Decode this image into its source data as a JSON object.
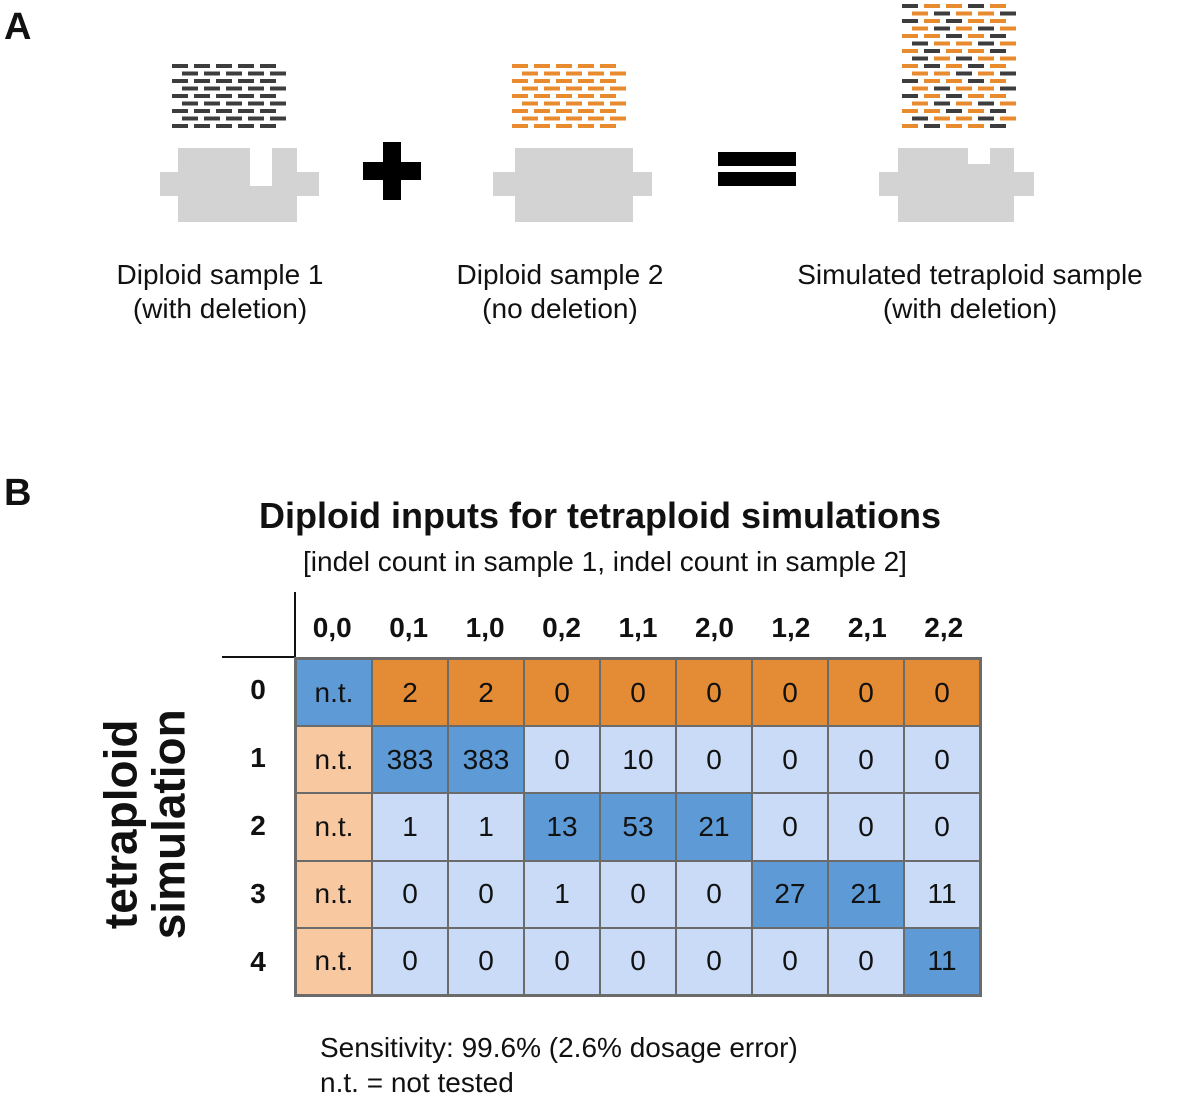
{
  "panel_a": {
    "letter": "A",
    "samples": [
      {
        "line1": "Diploid sample 1",
        "line2": "(with deletion)"
      },
      {
        "line1": "Diploid sample 2",
        "line2": "(no deletion)"
      },
      {
        "line1": "Simulated tetraploid sample",
        "line2": "(with deletion)"
      }
    ],
    "colors": {
      "reads_dark": "#3d3d3d",
      "reads_orange": "#e88a2e",
      "gene_block": "#d3d3d3",
      "operator": "#000000"
    },
    "icons": [
      "plus-icon",
      "equals-icon"
    ]
  },
  "panel_b": {
    "letter": "B",
    "title": "Diploid inputs for tetraploid simulations",
    "subtitle": "[indel count in sample 1, indel count in sample 2]",
    "y_label_line1": "tetraploid",
    "y_label_line2": "simulation",
    "column_headers": [
      "0,0",
      "0,1",
      "1,0",
      "0,2",
      "1,1",
      "2,0",
      "1,2",
      "2,1",
      "2,2"
    ],
    "row_headers": [
      "0",
      "1",
      "2",
      "3",
      "4"
    ],
    "rows": [
      [
        "n.t.",
        "2",
        "2",
        "0",
        "0",
        "0",
        "0",
        "0",
        "0"
      ],
      [
        "n.t.",
        "383",
        "383",
        "0",
        "10",
        "0",
        "0",
        "0",
        "0"
      ],
      [
        "n.t.",
        "1",
        "1",
        "13",
        "53",
        "21",
        "0",
        "0",
        "0"
      ],
      [
        "n.t.",
        "0",
        "0",
        "1",
        "0",
        "0",
        "27",
        "21",
        "11"
      ],
      [
        "n.t.",
        "0",
        "0",
        "0",
        "0",
        "0",
        "0",
        "0",
        "11"
      ]
    ],
    "cell_styles": [
      [
        "mid",
        "orange",
        "orange",
        "orange",
        "orange",
        "orange",
        "orange",
        "orange",
        "orange"
      ],
      [
        "peach",
        "mid",
        "mid",
        "light",
        "light",
        "light",
        "light",
        "light",
        "light"
      ],
      [
        "peach",
        "light",
        "light",
        "mid",
        "mid",
        "mid",
        "light",
        "light",
        "light"
      ],
      [
        "peach",
        "light",
        "light",
        "light",
        "light",
        "light",
        "mid",
        "mid",
        "light"
      ],
      [
        "peach",
        "light",
        "light",
        "light",
        "light",
        "light",
        "light",
        "light",
        "mid"
      ]
    ],
    "colors": {
      "orange": "#e48b35",
      "peach": "#f8c9a0",
      "mid": "#5e9ad6",
      "light": "#c9dbf6",
      "border": "#6b6b6b"
    },
    "sensitivity": "Sensitivity: 99.6% (2.6% dosage error)",
    "legend": "n.t. = not tested"
  }
}
